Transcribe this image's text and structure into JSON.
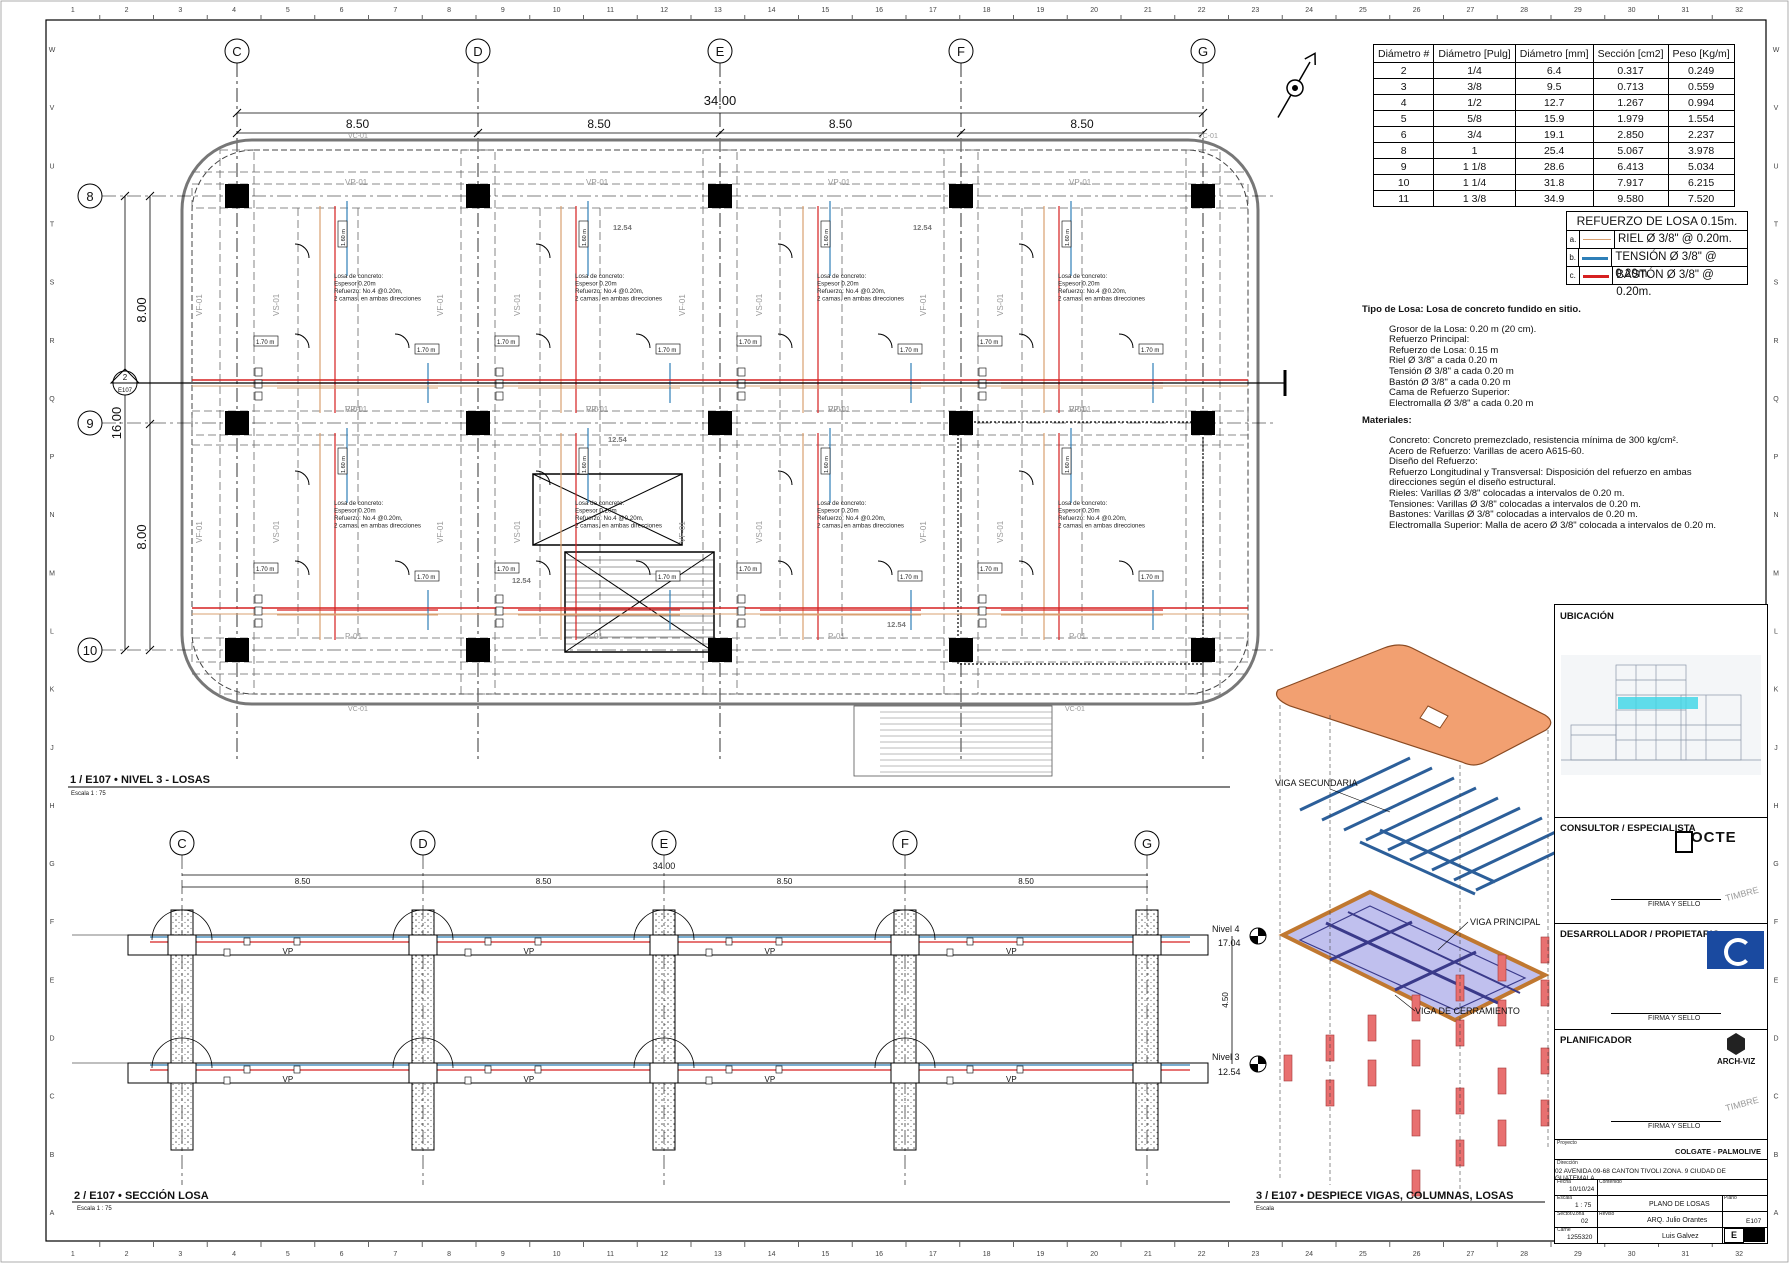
{
  "grid_columns": [
    "1",
    "2",
    "3",
    "4",
    "5",
    "6",
    "7",
    "8",
    "9",
    "10",
    "11",
    "12",
    "13",
    "14",
    "15",
    "16",
    "17",
    "18",
    "19",
    "20",
    "21",
    "22",
    "23",
    "24",
    "25",
    "26",
    "27",
    "28",
    "29",
    "30",
    "31",
    "32"
  ],
  "grid_rows": [
    "W",
    "V",
    "U",
    "T",
    "S",
    "R",
    "Q",
    "P",
    "N",
    "M",
    "L",
    "K",
    "J",
    "H",
    "G",
    "F",
    "E",
    "D",
    "C",
    "B",
    "A"
  ],
  "plan": {
    "column_axes": [
      "C",
      "D",
      "E",
      "F",
      "G"
    ],
    "row_axes": [
      "8",
      "9",
      "10"
    ],
    "total_width": "34.00",
    "bay_widths": [
      "8.50",
      "8.50",
      "8.50",
      "8.50"
    ],
    "total_depth": "16.00",
    "bay_depths": [
      "8.00",
      "8.00"
    ],
    "section_marker_num": "2",
    "section_marker_ref": "E107",
    "beam_vp": "VP-01",
    "beam_vc": "VC-01",
    "beam_vs": "VS-01",
    "beam_vf": "VF-01",
    "beam_p": "P-01",
    "level_mark": "12.54",
    "dim_170": "1.70 m",
    "dim_160": "1.60 m",
    "slab_note": [
      "Losa de concreto:",
      "Espesor 0.20m",
      "Refuerzo: No.4 @0.20m,",
      "2 camas, en ambas direcciones"
    ],
    "title": "1 / E107 • NIVEL 3 - LOSAS",
    "scale": "Escala 1 : 75"
  },
  "section": {
    "column_axes": [
      "C",
      "D",
      "E",
      "F",
      "G"
    ],
    "total_width": "34.00",
    "bay_widths": [
      "8.50",
      "8.50",
      "8.50",
      "8.50"
    ],
    "beam_label": "VP",
    "level4_name": "Nivel 4",
    "level4_value": "17.04",
    "level3_name": "Nivel 3",
    "level3_value": "12.54",
    "height_dim": "4.50",
    "title": "2 / E107 • SECCIÓN LOSA",
    "scale": "Escala 1 : 75"
  },
  "isometric": {
    "label_secondary": "VIGA SECUNDARIA",
    "label_primary": "VIGA PRINCIPAL",
    "label_perimeter": "VIGA DE CERRAMIENTO",
    "title": "3 / E107 • DESPIECE VIGAS, COLUMNAS, LOSAS",
    "scale": "Escala"
  },
  "rebar_table": {
    "headers": [
      "Diámetro #",
      "Diámetro [Pulg]",
      "Diámetro [mm]",
      "Sección [cm2]",
      "Peso [Kg/m]"
    ],
    "rows": [
      [
        "2",
        "1/4",
        "6.4",
        "0.317",
        "0.249"
      ],
      [
        "3",
        "3/8",
        "9.5",
        "0.713",
        "0.559"
      ],
      [
        "4",
        "1/2",
        "12.7",
        "1.267",
        "0.994"
      ],
      [
        "5",
        "5/8",
        "15.9",
        "1.979",
        "1.554"
      ],
      [
        "6",
        "3/4",
        "19.1",
        "2.850",
        "2.237"
      ],
      [
        "8",
        "1",
        "25.4",
        "5.067",
        "3.978"
      ],
      [
        "9",
        "1  1/8",
        "28.6",
        "6.413",
        "5.034"
      ],
      [
        "10",
        "1  1/4",
        "31.8",
        "7.917",
        "6.215"
      ],
      [
        "11",
        "1  3/8",
        "34.9",
        "9.580",
        "7.520"
      ]
    ]
  },
  "legend": {
    "title": "REFUERZO DE LOSA 0.15m.",
    "items": [
      {
        "key": "a.",
        "label": "RIEL Ø 3/8\" @ 0.20m.",
        "color": "#d9a070"
      },
      {
        "key": "b.",
        "label": "TENSIÓN Ø 3/8\" @ 0.20m.",
        "color": "#2e7fb8"
      },
      {
        "key": "c.",
        "label": "BASTÓN Ø 3/8\" @ 0.20m.",
        "color": "#d62020"
      }
    ]
  },
  "notes": {
    "heading": "Tipo de Losa: Losa de concreto fundido en sitio.",
    "lines": [
      "Grosor de la Losa: 0.20 m (20 cm).",
      "Refuerzo Principal:",
      "Refuerzo de Losa: 0.15 m",
      "Riel Ø 3/8\" a cada 0.20 m",
      "Tensión Ø 3/8\" a cada 0.20 m",
      "Bastón Ø 3/8\" a cada 0.20 m",
      "Cama de Refuerzo Superior:",
      "Electromalla Ø 3/8\" a cada 0.20 m"
    ],
    "materials_heading": "Materiales:",
    "materials": [
      "Concreto: Concreto premezclado, resistencia mínima de 300 kg/cm².",
      "Acero de Refuerzo: Varillas de acero A615-60.",
      "Diseño del Refuerzo:",
      "Refuerzo Longitudinal y Transversal: Disposición del refuerzo en ambas",
      "direcciones según el diseño estructural.",
      "Rieles: Varillas Ø 3/8\" colocadas a intervalos de 0.20 m.",
      "Tensiones: Varillas Ø 3/8\" colocadas a intervalos de 0.20 m.",
      "Bastones: Varillas Ø 3/8\" colocadas a intervalos de 0.20 m.",
      "Electromalla Superior: Malla de acero Ø 3/8\" colocada a intervalos de 0.20 m."
    ]
  },
  "title_block": {
    "ubicacion": "UBICACIÓN",
    "consultor": "CONSULTOR / ESPECIALISTA",
    "consultor_logo": "OCTE",
    "desarrollador": "DESARROLLADOR / PROPIETARIO",
    "planificador": "PLANIFICADOR",
    "planificador_logo": "ARCH-VIZ",
    "firma": "FIRMA Y SELLO",
    "timbre": "TIMBRE",
    "proyecto_lbl": "Proyecto",
    "proyecto": "COLGATE - PALMOLIVE",
    "direccion_lbl": "Dirección",
    "direccion": "02 AVENIDA 09-68 CANTON TIVOLI ZONA. 9 CIUDAD DE GUATEMALA",
    "fecha_lbl": "Fecha",
    "fecha": "10/10/24",
    "contenido_lbl": "Contenido",
    "escala_lbl": "Escala",
    "escala": "1 : 75",
    "contenido": "PLANO DE LOSAS",
    "sector_lbl": "Sector/Zona",
    "sector": "02",
    "revisor_lbl": "Revisó",
    "revisor": "ARQ. Julio Orantes",
    "plano_lbl": "Plano",
    "plano": "E107",
    "carne_lbl": "Carné",
    "carne": "1255320",
    "dibujo": "Luis Galvez",
    "hoja": "E"
  }
}
